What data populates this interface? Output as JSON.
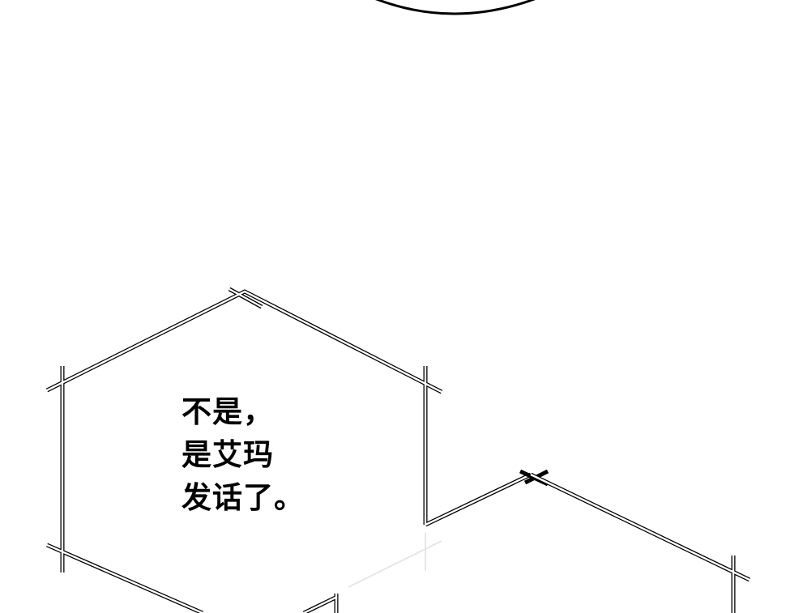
{
  "panel": {
    "dialogue_lines": [
      "不是，",
      "是艾玛",
      "发话了。"
    ]
  },
  "colors": {
    "ink": "#000000",
    "paper": "#ffffff"
  }
}
